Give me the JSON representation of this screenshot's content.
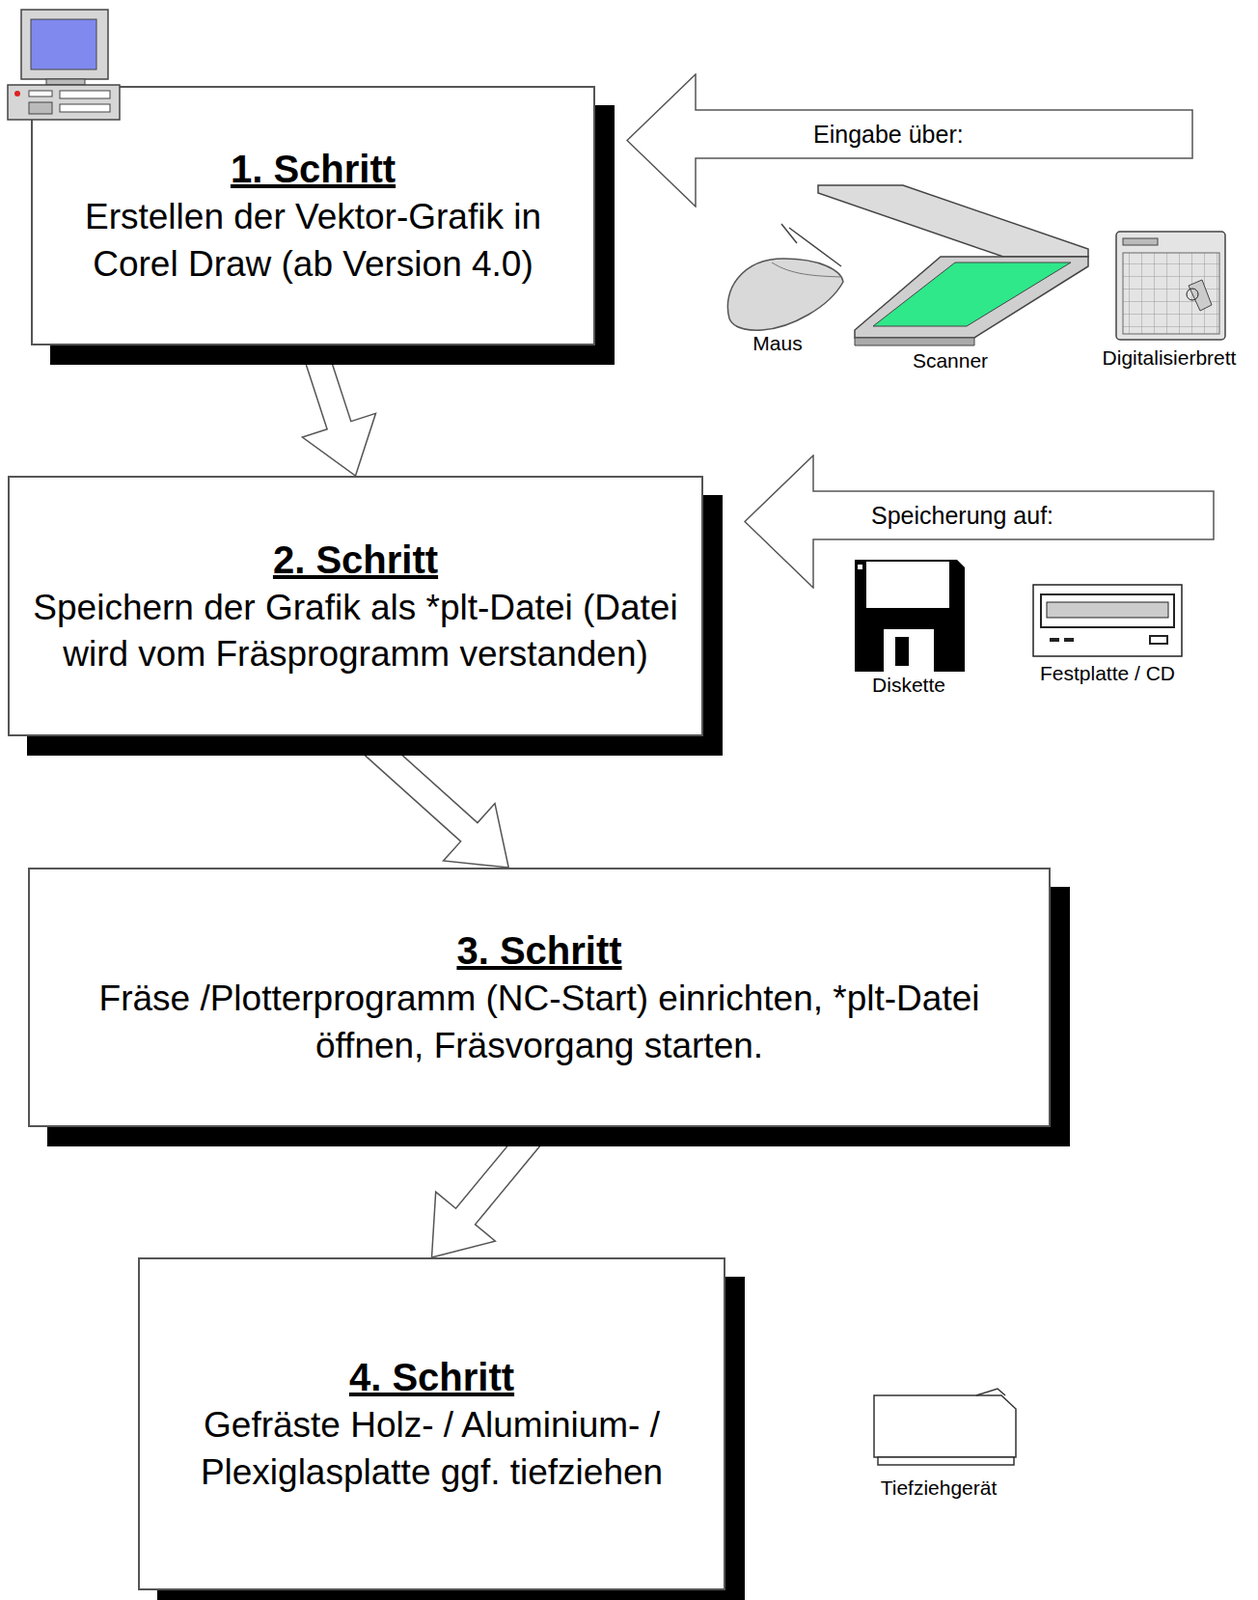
{
  "diagram": {
    "nodes": [
      {
        "text": [
          "1. Schritt",
          "Erstellen der Vektor-Grafik in Corel Draw (ab Version 4.0)"
        ]
      },
      {
        "text": [
          "Eingabe über:"
        ]
      },
      {
        "text": [
          "2. Schritt",
          "Speichern der Grafik als *plt-Datei (Datei wird vom Fräsprogramm verstanden)"
        ]
      },
      {
        "text": [
          "Speicherung auf:"
        ]
      },
      {
        "text": [
          "3. Schritt",
          "Fräse /Plotterprogramm (NC-Start) einrichten, *plt-Datei öffnen, Fräsvorgang starten."
        ]
      },
      {
        "text": [
          "4. Schritt",
          "Gefräste Holz- / Aluminium- / Plexiglasplatte ggf. tiefziehen"
        ]
      }
    ],
    "edges": [
      {
        "from": 0,
        "to": 2,
        "arrow": "to"
      },
      {
        "from": 2,
        "to": 4,
        "arrow": "to"
      },
      {
        "from": 4,
        "to": 5,
        "arrow": "to"
      }
    ],
    "labels": [
      "Maus",
      "Scanner",
      "Digitalisierbrett",
      "Diskette",
      "Festplatte / CD",
      "Tiefziehgerät"
    ]
  }
}
